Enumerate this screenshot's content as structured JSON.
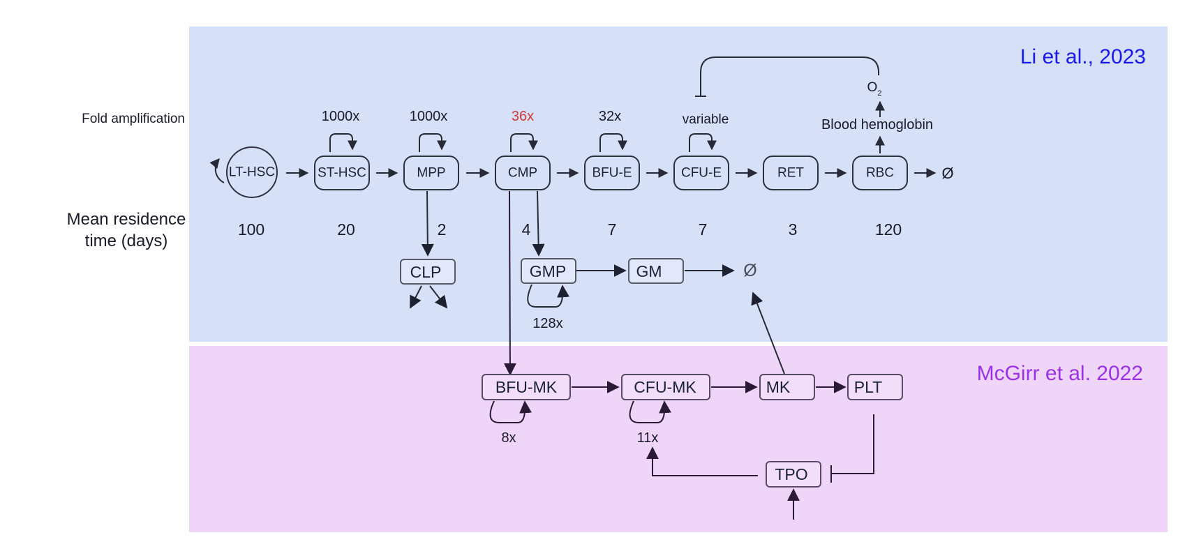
{
  "sources": {
    "li": {
      "label": "Li et al., 2023",
      "color": "#1a1aeb"
    },
    "mcgirr": {
      "label": "McGirr et al. 2022",
      "color": "#9b32e6"
    }
  },
  "colors": {
    "panel_top": "#d6e0f7",
    "panel_bottom": "#efd6f8",
    "highlight": "#d23a3a"
  },
  "row_labels": {
    "fold_amplification": "Fold amplification",
    "residence_line1": "Mean residence",
    "residence_line2": "time (days)"
  },
  "erythroid_chain": [
    {
      "id": "LT-HSC",
      "fold": "",
      "residence": "100"
    },
    {
      "id": "ST-HSC",
      "fold": "1000x",
      "residence": "20"
    },
    {
      "id": "MPP",
      "fold": "1000x",
      "residence": "2"
    },
    {
      "id": "CMP",
      "fold": "36x",
      "residence": "4"
    },
    {
      "id": "BFU-E",
      "fold": "32x",
      "residence": "7"
    },
    {
      "id": "CFU-E",
      "fold": "variable",
      "residence": "7"
    },
    {
      "id": "RET",
      "fold": "",
      "residence": "3"
    },
    {
      "id": "RBC",
      "fold": "",
      "residence": "120"
    }
  ],
  "terminal_symbol": "Ø",
  "feedback": {
    "oxygen": "O",
    "oxygen_sub": "2",
    "hemoglobin": "Blood hemoglobin"
  },
  "myeloid": {
    "clp": "CLP",
    "gmp": "GMP",
    "gmp_fold": "128x",
    "gm": "GM"
  },
  "megakaryocyte": {
    "bfu_mk": "BFU-MK",
    "bfu_mk_fold": "8x",
    "cfu_mk": "CFU-MK",
    "cfu_mk_fold": "11x",
    "mk": "MK",
    "plt": "PLT",
    "tpo": "TPO"
  }
}
